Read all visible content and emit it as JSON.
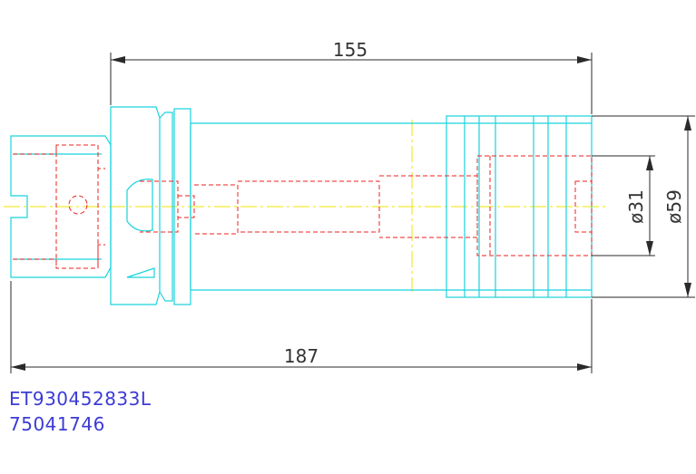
{
  "dimensions": {
    "top_length": "155",
    "overall_length": "187",
    "inner_diameter": "ø31",
    "outer_diameter": "ø59"
  },
  "part_codes": [
    "ET930452833L",
    "75041746"
  ],
  "colors": {
    "outline": "#19d3dd",
    "hidden": "#ee2222",
    "centerline": "#f2e600",
    "dimension": "#2a2a2a",
    "code_text": "#3b3bd6"
  }
}
